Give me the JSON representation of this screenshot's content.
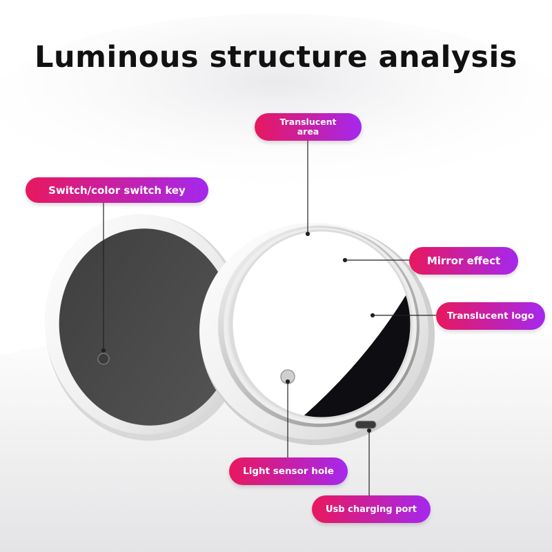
{
  "title": "Luminous structure analysis",
  "callouts": {
    "translucent_area": "Translucent\narea",
    "switch_key": "Switch/color switch key",
    "mirror_effect": "Mirror effect",
    "translucent_logo": "Translucent logo",
    "light_sensor_hole": "Light sensor hole",
    "usb_charging_port": "Usb charging port"
  },
  "colors": {
    "pill_gradient_start": "#e8185e",
    "pill_gradient_end": "#a528ee",
    "pad_surface": "#4a4a4a",
    "housing": "#f2f2f2",
    "mirror": "#ffffff",
    "mirror_shadow": "#0c0c10"
  }
}
